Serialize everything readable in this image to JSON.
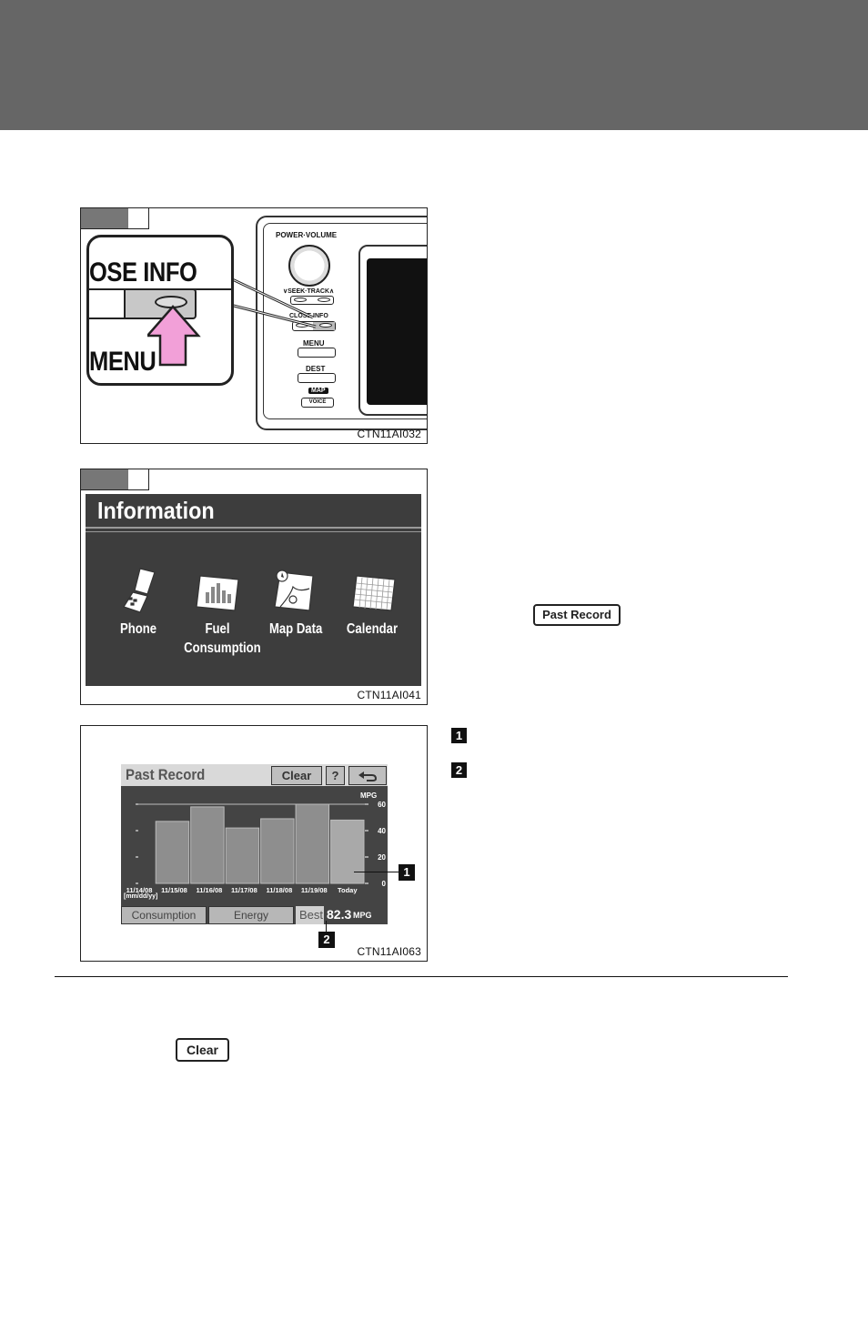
{
  "figure1": {
    "code": "CTN11AI032",
    "zoom_top_text": "OSE  INFO",
    "zoom_bottom_text": "MENU",
    "panel_labels": {
      "power_volume": "POWER·VOLUME",
      "seek_track": "SEEK·TRACK",
      "close_info": "CLOSE  INFO",
      "menu": "MENU",
      "dest": "DEST",
      "map": "MAP",
      "voice": "VOICE"
    }
  },
  "figure2": {
    "code": "CTN11AI041",
    "screen_title": "Information",
    "items": [
      {
        "label": "Phone",
        "icon": "phone-icon"
      },
      {
        "label": "Fuel\nConsumption",
        "icon": "fuel-consumption-icon"
      },
      {
        "label": "Map Data",
        "icon": "map-data-icon"
      },
      {
        "label": "Calendar",
        "icon": "calendar-icon"
      }
    ]
  },
  "past_record_button_label": "Past Record",
  "figure3": {
    "code": "CTN11AI063",
    "screen_title": "Past Record",
    "clear_label": "Clear",
    "help_label": "?",
    "back_icon": "back-arrow-icon",
    "unit_label": "MPG",
    "date_format_label": "[mm/dd/yy]",
    "best_label": "Best",
    "best_value": "82.3",
    "best_unit": "MPG",
    "tab_consumption": "Consumption",
    "tab_energy": "Energy",
    "callout_1": "1",
    "callout_2": "2"
  },
  "chart_data": {
    "type": "bar",
    "categories": [
      "11/14/08",
      "11/15/08",
      "11/16/08",
      "11/17/08",
      "11/18/08",
      "11/19/08",
      "Today"
    ],
    "values": [
      null,
      47,
      58,
      42,
      49,
      60,
      48
    ],
    "ylabel": "MPG",
    "ylim": [
      0,
      60
    ],
    "yticks": [
      0,
      20,
      40,
      60
    ],
    "grid": true
  },
  "legend_markers": [
    "1",
    "2"
  ],
  "clear_button_label": "Clear"
}
